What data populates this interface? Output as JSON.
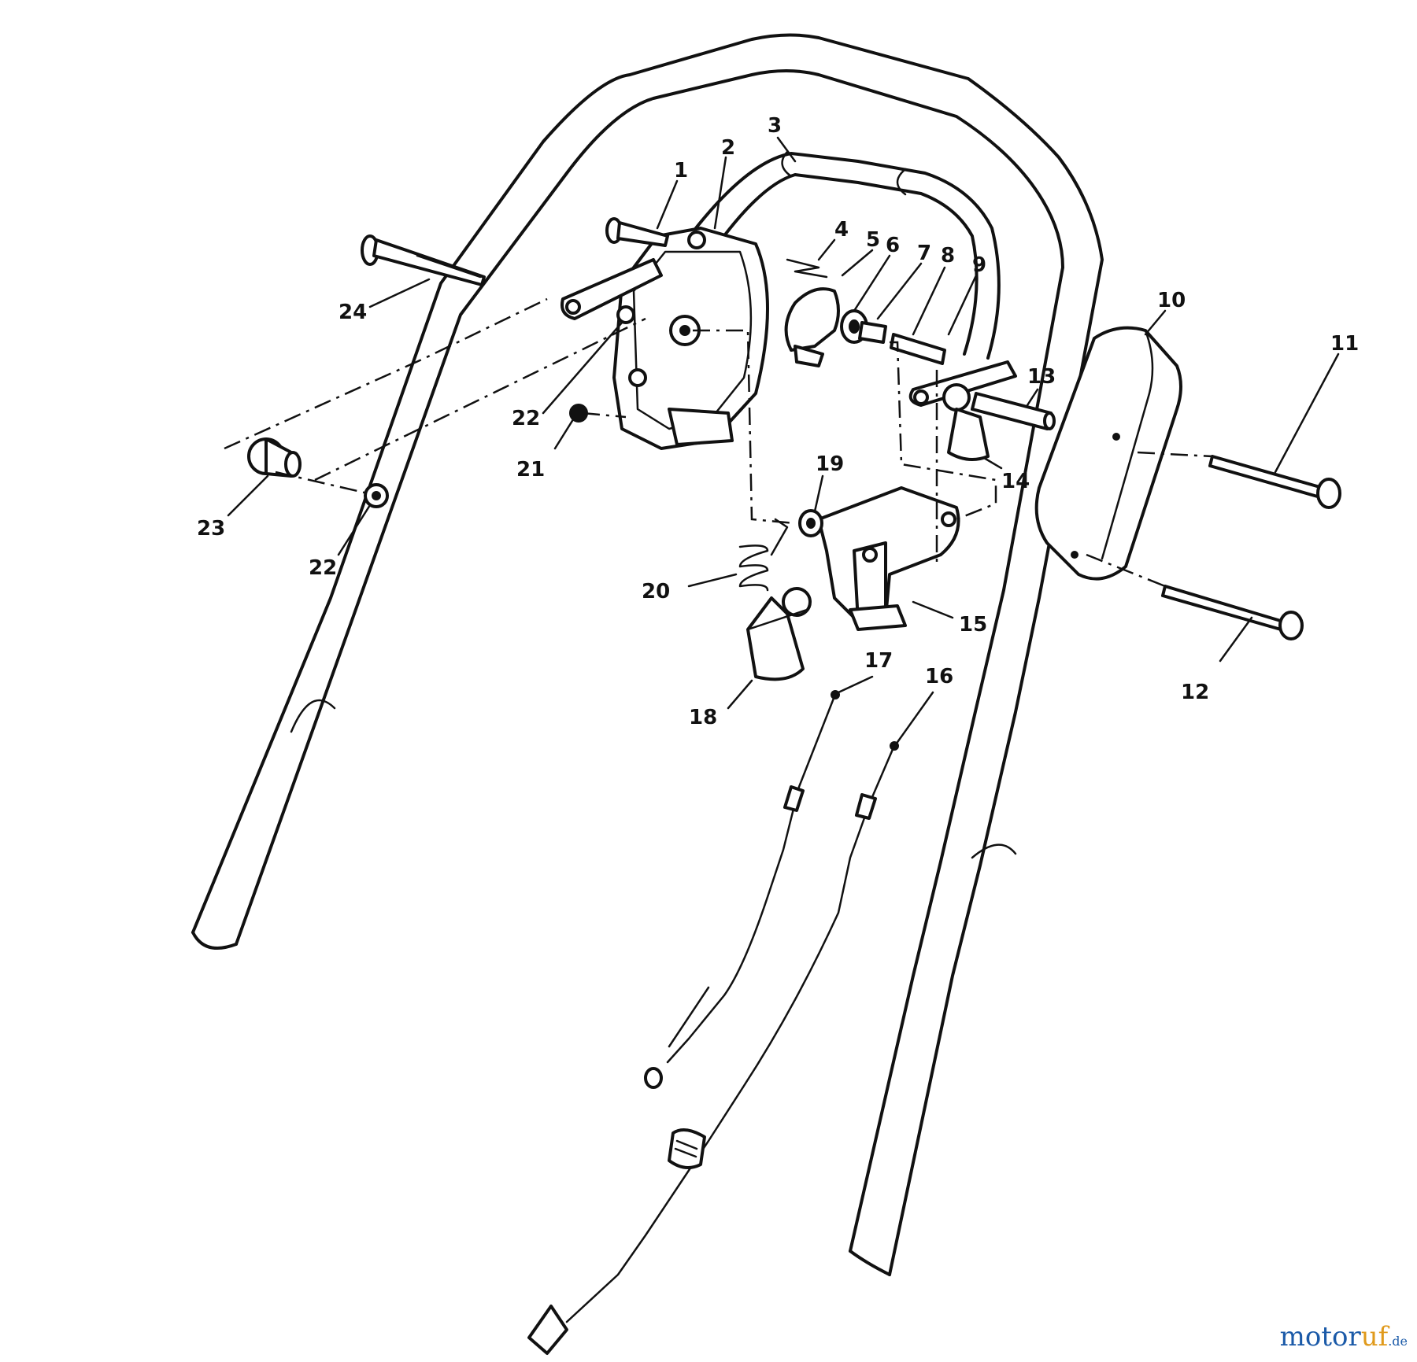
{
  "callouts": [
    "1",
    "2",
    "3",
    "4",
    "5",
    "6",
    "7",
    "8",
    "9",
    "10",
    "11",
    "12",
    "13",
    "14",
    "15",
    "16",
    "17",
    "18",
    "19",
    "20",
    "21",
    "22",
    "22",
    "23",
    "24"
  ],
  "watermark": {
    "part1": "motor",
    "part2": "uf",
    "part3": ".de"
  }
}
